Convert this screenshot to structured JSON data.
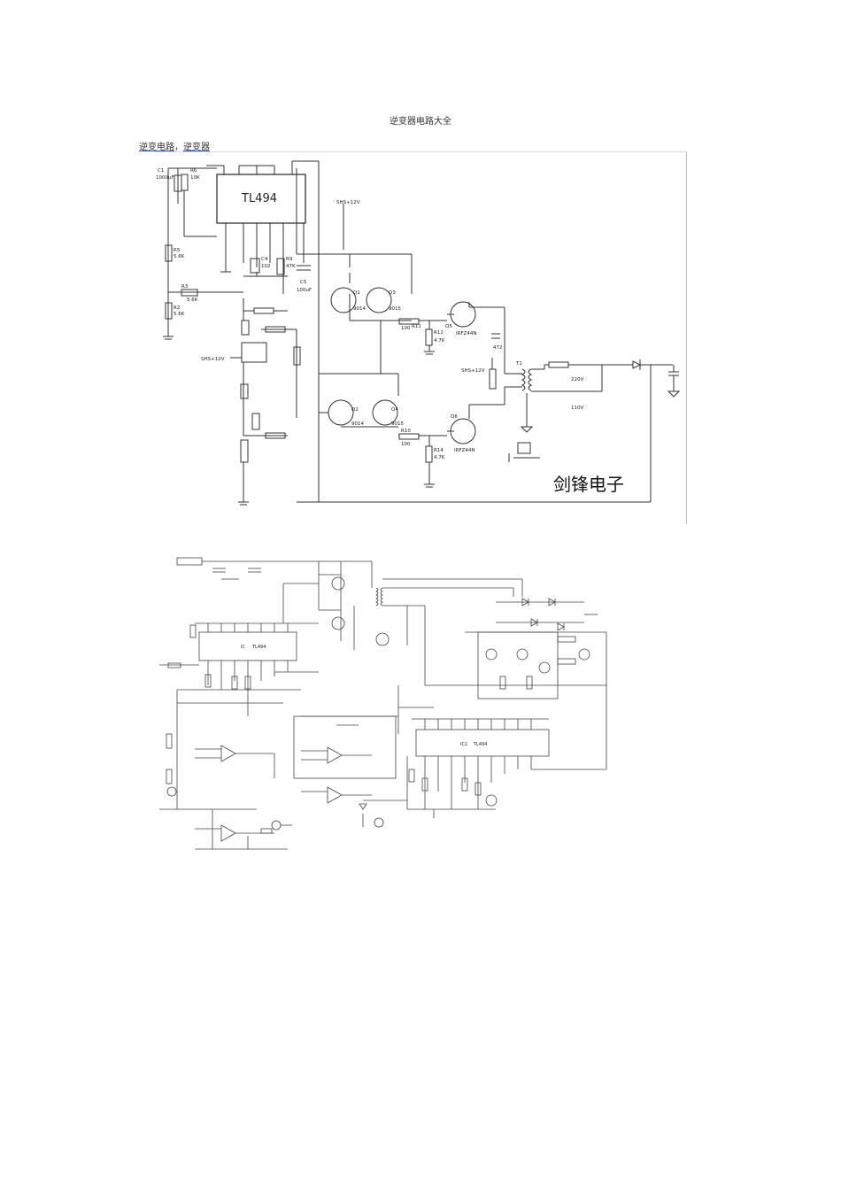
{
  "document": {
    "title": "逆变器电路大全",
    "links": [
      "逆变电路",
      "逆变器"
    ],
    "link_separator": "，"
  },
  "figure1": {
    "ic_label": "TL494",
    "watermark": "剑锋电子",
    "labels": {
      "c1": "C1",
      "c1_val": "1000uF",
      "r6": "R6",
      "r6_val": "10K",
      "r5": "R5",
      "r5_val": "5.6K",
      "r3": "R3",
      "r3_val": "5.6K",
      "r2": "R2",
      "r2_val": "5.6K",
      "c4": "C4",
      "c4_val": "102",
      "r9": "R9",
      "r9_val": "47K",
      "c5": "C5",
      "c5_val": "100uF",
      "vcc_top": "SHS+12V",
      "vcc_left": "SHS+12V",
      "vcc_right": "SHS+12V",
      "q1": "Q1",
      "q1_val": "9014",
      "q3": "Q3",
      "q3_val": "9015",
      "q2": "Q2",
      "q2_val": "9014",
      "q4": "Q4",
      "q4_val": "9015",
      "r11": "R11",
      "r11_val": "100",
      "r12": "R12",
      "r12_val": "4.7K",
      "r10": "R10",
      "r10_val": "100",
      "r14": "R14",
      "r14_val": "4.7K",
      "q5": "Q5",
      "q5_val": "IRFZ44N",
      "q6": "Q6",
      "q6_val": "IRFZ44N",
      "c7": "472",
      "t1": "T1",
      "v220": "220V",
      "v110": "110V"
    }
  },
  "figure2": {
    "ic1_label": "TL494",
    "ic2_label": "TL494",
    "ic1_ref": "IC",
    "ic2_ref": "IC1"
  }
}
